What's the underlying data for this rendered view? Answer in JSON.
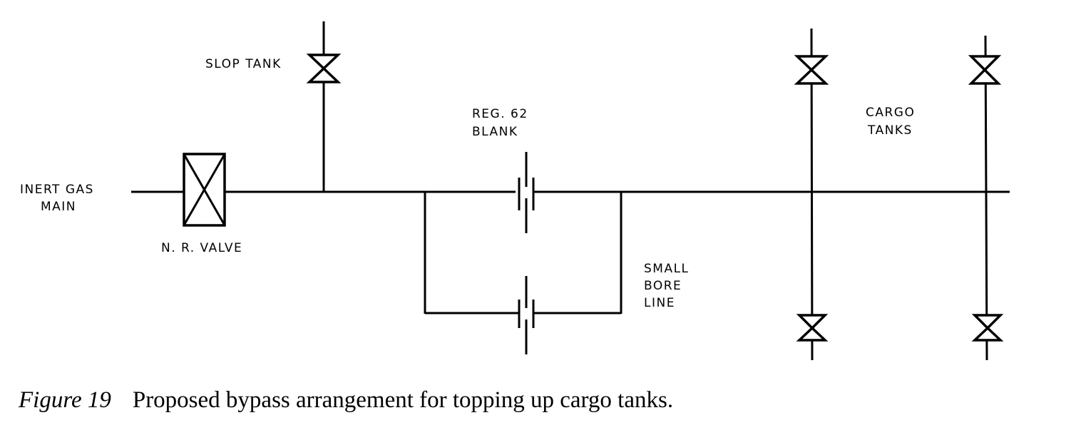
{
  "figure": {
    "number_label": "Figure 19",
    "caption": "Proposed bypass arrangement for topping up cargo tanks."
  },
  "labels": {
    "inert_gas_main": [
      "INERT GAS",
      "MAIN"
    ],
    "nr_valve": "N. R. VALVE",
    "slop_tank": "SLOP TANK",
    "reg62_blank": [
      "REG. 62",
      "BLANK"
    ],
    "small_bore_line": [
      "SMALL",
      "BORE",
      "LINE"
    ],
    "cargo_tanks": [
      "CARGO",
      "TANKS"
    ]
  },
  "components": {
    "non_return_valve": "non-return-valve",
    "gate_valves": [
      "slop-tank-valve",
      "cargo-tank-1-upper-valve",
      "cargo-tank-1-lower-valve",
      "cargo-tank-2-upper-valve",
      "cargo-tank-2-lower-valve"
    ],
    "spectacle_blanks": [
      "main-line-blank",
      "small-bore-line-blank"
    ]
  }
}
